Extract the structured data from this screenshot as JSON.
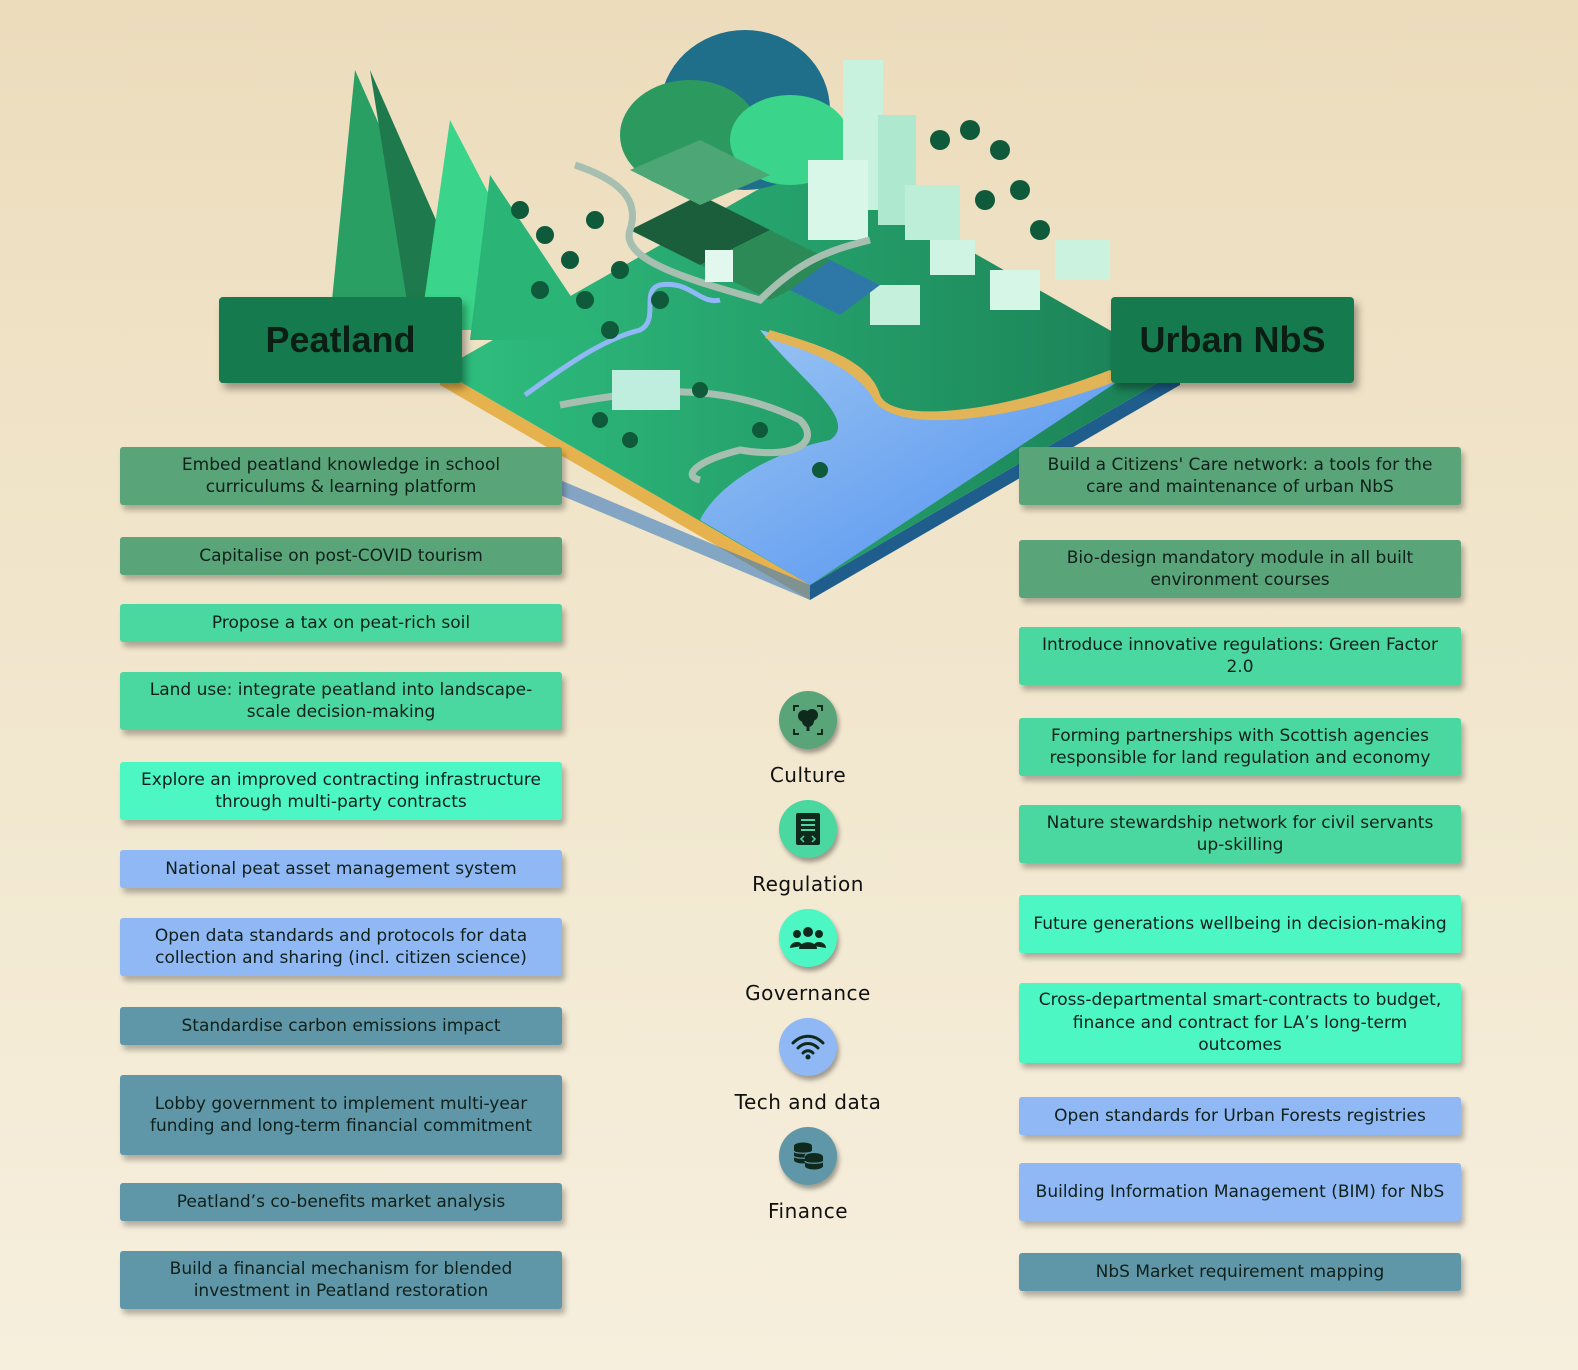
{
  "headers": {
    "left": "Peatland",
    "right": "Urban NbS"
  },
  "colors": {
    "culture": "#5aa47a",
    "regulation": "#4ad8a0",
    "governance": "#4cf7c4",
    "tech": "#8fb8f5",
    "finance": "#5f97a8",
    "header": "#157a4d"
  },
  "categories": [
    {
      "label": "Culture",
      "icon": "tree-icon"
    },
    {
      "label": "Regulation",
      "icon": "document-code-icon"
    },
    {
      "label": "Governance",
      "icon": "people-group-icon"
    },
    {
      "label": "Tech and data",
      "icon": "wifi-icon"
    },
    {
      "label": "Finance",
      "icon": "coins-icon"
    }
  ],
  "peatland_items": [
    {
      "text": "Embed peatland knowledge in school curriculums & learning platform",
      "category": "Culture"
    },
    {
      "text": "Capitalise on post-COVID tourism",
      "category": "Culture"
    },
    {
      "text": "Propose a tax on peat-rich soil",
      "category": "Regulation"
    },
    {
      "text": "Land use: integrate peatland into landscape-scale decision-making",
      "category": "Regulation"
    },
    {
      "text": "Explore an improved contracting infrastructure through multi-party contracts",
      "category": "Governance"
    },
    {
      "text": "National peat asset management system",
      "category": "Tech and data"
    },
    {
      "text": "Open data standards and protocols for data collection and sharing (incl. citizen science)",
      "category": "Tech and data"
    },
    {
      "text": "Standardise carbon emissions impact",
      "category": "Finance"
    },
    {
      "text": "Lobby government to implement multi-year funding and long-term financial commitment",
      "category": "Finance"
    },
    {
      "text": "Peatland’s co-benefits market analysis",
      "category": "Finance"
    },
    {
      "text": "Build a financial mechanism for blended investment in Peatland restoration",
      "category": "Finance"
    }
  ],
  "urban_items": [
    {
      "text": "Build a Citizens' Care network: a tools for the care and maintenance of urban NbS",
      "category": "Culture"
    },
    {
      "text": "Bio-design mandatory module in all built environment courses",
      "category": "Culture"
    },
    {
      "text": "Introduce innovative regulations: Green Factor 2.0",
      "category": "Regulation"
    },
    {
      "text": "Forming partnerships with Scottish agencies responsible for land regulation and economy",
      "category": "Regulation"
    },
    {
      "text": "Nature stewardship network for civil servants up-skilling",
      "category": "Regulation"
    },
    {
      "text": "Future generations wellbeing in decision-making",
      "category": "Governance"
    },
    {
      "text": "Cross-departmental smart-contracts to budget, finance and contract for LA’s long-term outcomes",
      "category": "Governance"
    },
    {
      "text": "Open standards for Urban Forests registries",
      "category": "Tech and data"
    },
    {
      "text": "Building Information Management (BIM) for NbS",
      "category": "Tech and data"
    },
    {
      "text": "NbS Market requirement mapping",
      "category": "Finance"
    }
  ]
}
